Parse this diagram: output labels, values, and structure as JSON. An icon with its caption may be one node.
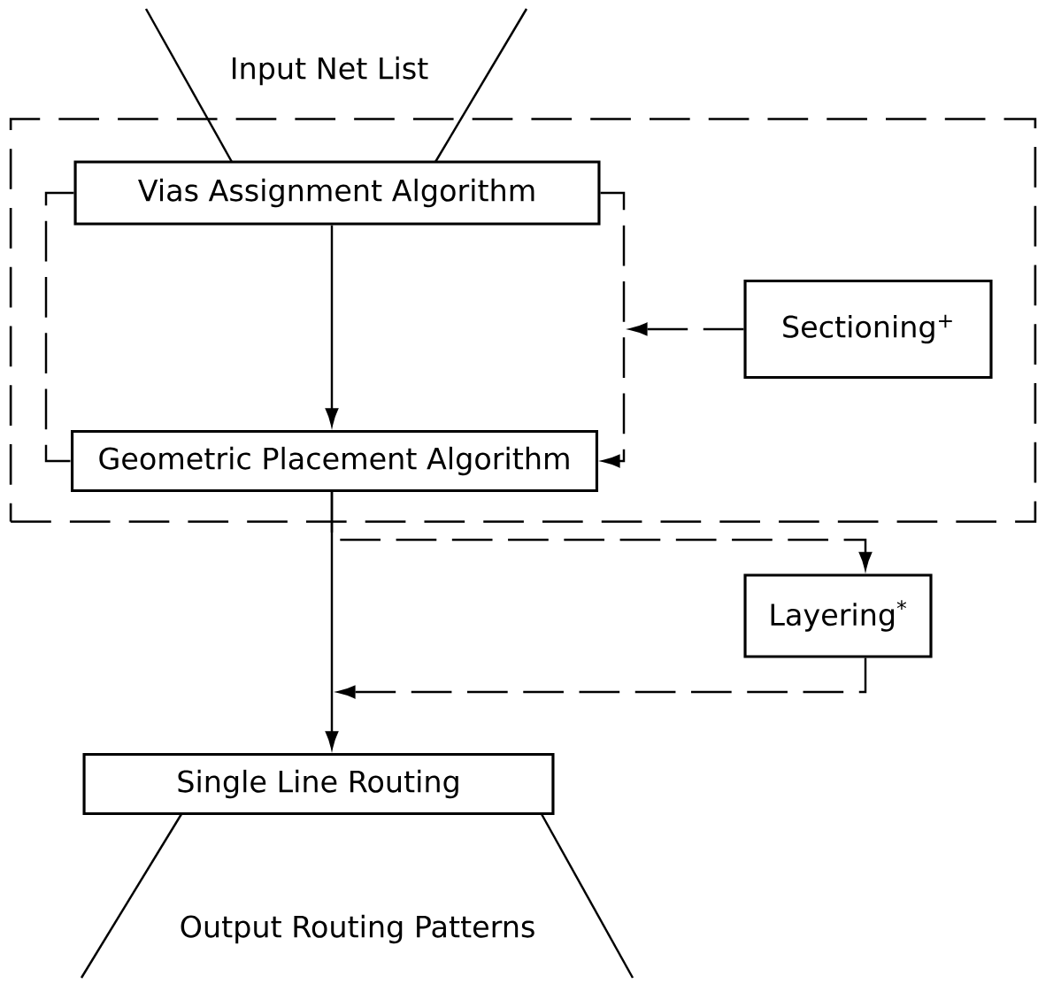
{
  "diagram": {
    "nodes": [
      {
        "text": [],
        "shape": "box"
      },
      {
        "text": [
          "Vias Assignment Algorithm"
        ],
        "in": 0
      },
      {
        "text": [
          "Geometric Placement Algorithm"
        ],
        "in": 0
      },
      {
        "text": [
          "Sectioning$^{+}$"
        ],
        "in": 0
      },
      {
        "text": [
          "Layering$^{*}$"
        ]
      },
      {
        "text": [
          "Single Line Routing"
        ]
      }
    ],
    "edges": [
      {
        "from": 1,
        "to": 2,
        "arrow": "to"
      },
      {
        "from": 1,
        "to": 2,
        "arrow": "to",
        "style": "dashed"
      },
      {
        "from": 1,
        "to": 2,
        "arrow": "none",
        "style": "dashed"
      },
      {
        "from": 3,
        "to": null,
        "arrow": "to",
        "style": "dashed"
      },
      {
        "from": 2,
        "to": 4,
        "arrow": "to",
        "style": "dashed"
      },
      {
        "from": 4,
        "to": null,
        "arrow": "to",
        "style": "dashed"
      },
      {
        "from": 2,
        "to": 5,
        "arrow": "to"
      }
    ],
    "labels": [
      "Input Net List",
      "Output Routing Patterns"
    ]
  }
}
